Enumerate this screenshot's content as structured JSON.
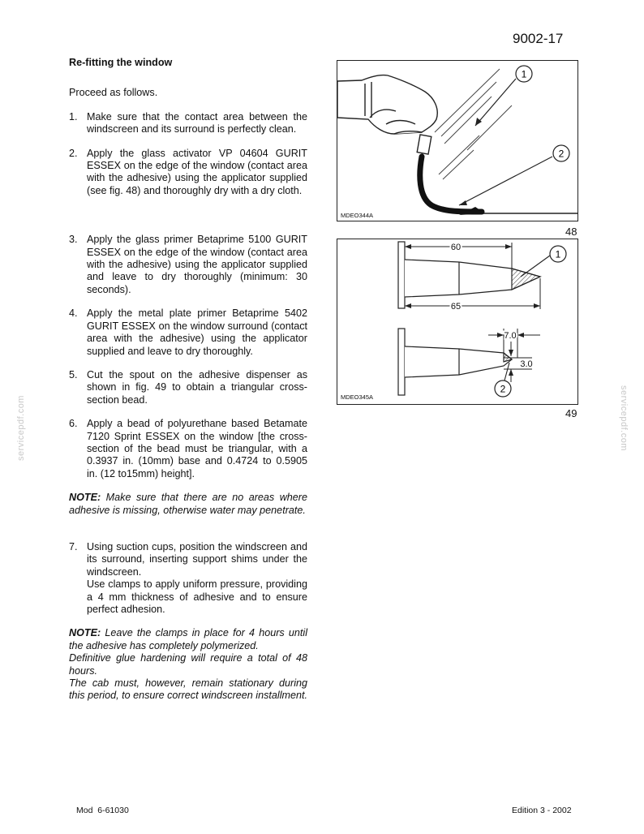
{
  "header": {
    "page_number": "9002-17"
  },
  "section": {
    "title": "Re-fitting the window",
    "intro": "Proceed as follows."
  },
  "steps": [
    {
      "num": "1.",
      "text": "Make sure that the contact area between the windscreen and its surround is perfectly clean."
    },
    {
      "num": "2.",
      "text": "Apply the glass activator VP 04604 GURIT ESSEX on the edge of the window (contact area with the adhesive) using the applicator supplied (see fig. 48) and thoroughly dry with a dry cloth."
    },
    {
      "num": "3.",
      "text": "Apply the glass primer Betaprime 5100 GURIT ESSEX on the edge of the window (contact area with the adhesive) using the applicator supplied and leave to dry thoroughly (minimum: 30 seconds)."
    },
    {
      "num": "4.",
      "text": "Apply the metal plate primer Betaprime 5402 GURIT ESSEX on the window surround (contact area with the adhesive) using the applicator supplied and leave to dry thoroughly."
    },
    {
      "num": "5.",
      "text": "Cut the spout on the adhesive dispenser as shown in fig. 49 to obtain a triangular cross-section bead."
    },
    {
      "num": "6.",
      "text": "Apply a bead of polyurethane based Betamate 7120 Sprint ESSEX on the window [the cross-section of the bead must be triangular, with a 0.3937 in. (10mm) base and 0.4724 to 0.5905 in. (12 to15mm) height]."
    },
    {
      "num": "7.",
      "text": "Using suction cups, position the windscreen and its surround, inserting support shims under the windscreen.",
      "text2": "Use clamps to apply uniform pressure, providing a 4 mm thickness of adhesive and to ensure perfect adhesion."
    }
  ],
  "note1": {
    "label": "NOTE:",
    "text": "Make sure that there are no areas where adhesive is missing, otherwise water may penetrate."
  },
  "note2": {
    "label": "NOTE:",
    "line1": "Leave the clamps in place for 4 hours until the adhesive has completely polymerized.",
    "line2": "Definitive glue hardening will require a total of 48 hours.",
    "line3": "The cab must, however, remain stationary during this period, to ensure correct windscreen installment."
  },
  "figures": [
    {
      "code": "MDEO344A",
      "number": "48",
      "callouts": [
        "1",
        "2"
      ]
    },
    {
      "code": "MDEO345A",
      "number": "49",
      "callouts": [
        "1",
        "2"
      ],
      "dimensions": {
        "length_1": "60",
        "length_2": "65",
        "cut_length": "7.0",
        "cut_height": "3.0"
      }
    }
  ],
  "watermark": "servicepdf.com",
  "footer": {
    "left": "Mod  6-61030",
    "right": "Edition 3 - 2002"
  }
}
